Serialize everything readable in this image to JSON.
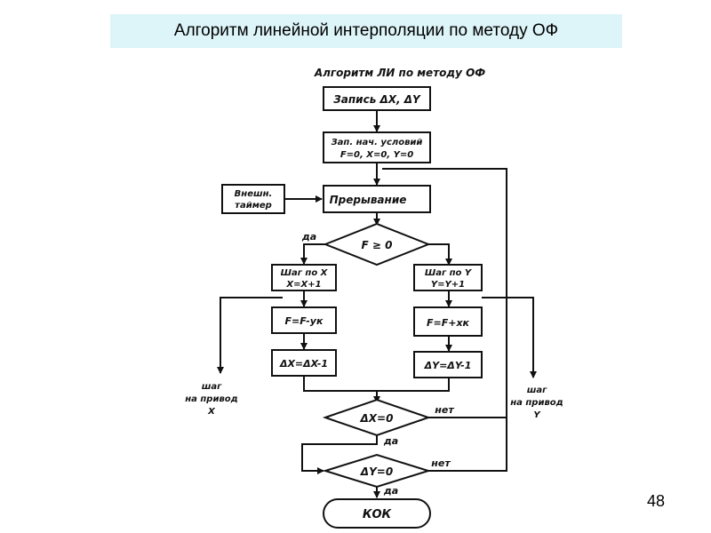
{
  "slide": {
    "title": "Алгоритм линейной интерполяции по методу ОФ",
    "page_number": "48"
  },
  "figure": {
    "caption": "Алгоритм ЛИ по методу ОФ",
    "nodes": {
      "record_line1": "Запись ΔX, ΔY",
      "init_line1": "Зап. нач. условий",
      "init_line2": "F=0, X=0, Y=0",
      "timer_line1": "Внешн.",
      "timer_line2": "таймер",
      "interrupt": "Прерывание",
      "dec_f": "F ≥ 0",
      "step_x_line1": "Шаг по X",
      "step_x_line2": "X=X+1",
      "step_y_line1": "Шаг по Y",
      "step_y_line2": "Y=Y+1",
      "f_minus": "F=F-yк",
      "f_plus": "F=F+xк",
      "dx_dec": "ΔX=ΔX-1",
      "dy_dec": "ΔY=ΔY-1",
      "dec_dx": "ΔX=0",
      "dec_dy": "ΔY=0",
      "end": "КОК"
    },
    "labels": {
      "yes_f": "да",
      "no_dx": "нет",
      "yes_dx": "да",
      "no_dy": "нет",
      "yes_dy": "да",
      "out_x_line1": "шаг",
      "out_x_line2": "на привод",
      "out_x_line3": "X",
      "out_y_line1": "шаг",
      "out_y_line2": "на привод",
      "out_y_line3": "Y"
    }
  }
}
